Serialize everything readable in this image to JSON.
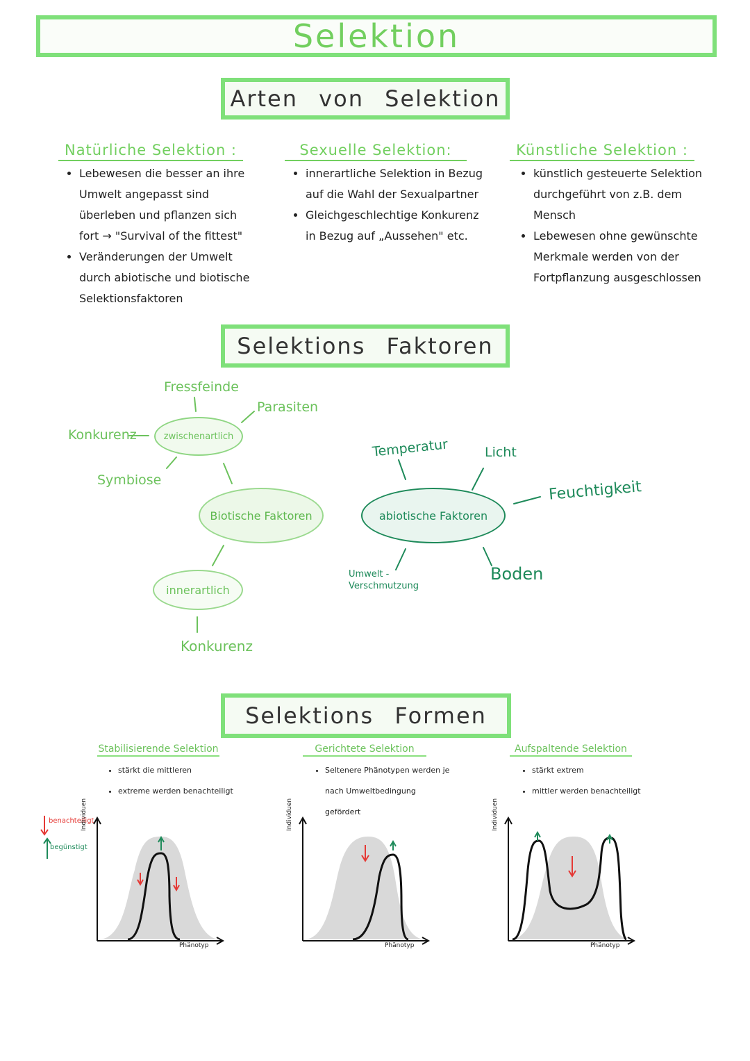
{
  "title": "Selektion",
  "arten": {
    "heading": "Arten von Selektion",
    "columns": [
      {
        "title": "Natürliche Selektion :",
        "bullets": [
          "Lebewesen die besser an ihre Umwelt angepasst sind überleben und pflanzen sich fort → \"Survival of the fittest\"",
          "Veränderungen der Umwelt durch abiotische und biotische Selektionsfaktoren"
        ]
      },
      {
        "title": "Sexuelle Selektion:",
        "bullets": [
          "innerartliche Selektion in Bezug auf die Wahl der Sexualpartner",
          "Gleichgeschlechtige Konkurenz in Bezug auf „Aussehen\" etc."
        ]
      },
      {
        "title": "Künstliche Selektion :",
        "bullets": [
          "künstlich gesteuerte Selektion durchgeführt von z.B. dem Mensch",
          "Lebewesen ohne gewünschte Merkmale werden von der Fortpflanzung ausgeschlossen"
        ]
      }
    ]
  },
  "faktoren": {
    "heading": "Selektions Faktoren",
    "biotisch": {
      "center": "Biotische Faktoren",
      "zwischen": "zwischenartlich",
      "inner": "innerartlich",
      "fressfeinde": "Fressfeinde",
      "parasiten": "Parasiten",
      "konkurenz_zw": "Konkurenz",
      "symbiose": "Symbiose",
      "konkurenz_in": "Konkurenz"
    },
    "abiotisch": {
      "center": "abiotische Faktoren",
      "temperatur": "Temperatur",
      "licht": "Licht",
      "feuchtigkeit": "Feuchtigkeit",
      "boden": "Boden",
      "umwelt": "Umwelt - Verschmutzung"
    }
  },
  "formen": {
    "heading": "Selektions Formen",
    "columns": [
      {
        "title": "Stabilisierende Selektion",
        "bullets": [
          "stärkt die mittleren",
          "extreme werden benachteiligt"
        ]
      },
      {
        "title": "Gerichtete Selektion",
        "bullets": [
          "Seltenere Phänotypen werden je nach Umweltbedingung gefördert"
        ]
      },
      {
        "title": "Aufspaltende Selektion",
        "bullets": [
          "stärkt extrem",
          "mittler werden benachteiligt"
        ]
      }
    ],
    "axis_y": "Individuen",
    "axis_x": "Phänotyp",
    "legend": {
      "bad": "benachteiligt",
      "good": "begünstigt"
    },
    "colors": {
      "bad": "#e53935",
      "good": "#1e8a5a",
      "fill": "#d9d9d9"
    }
  }
}
